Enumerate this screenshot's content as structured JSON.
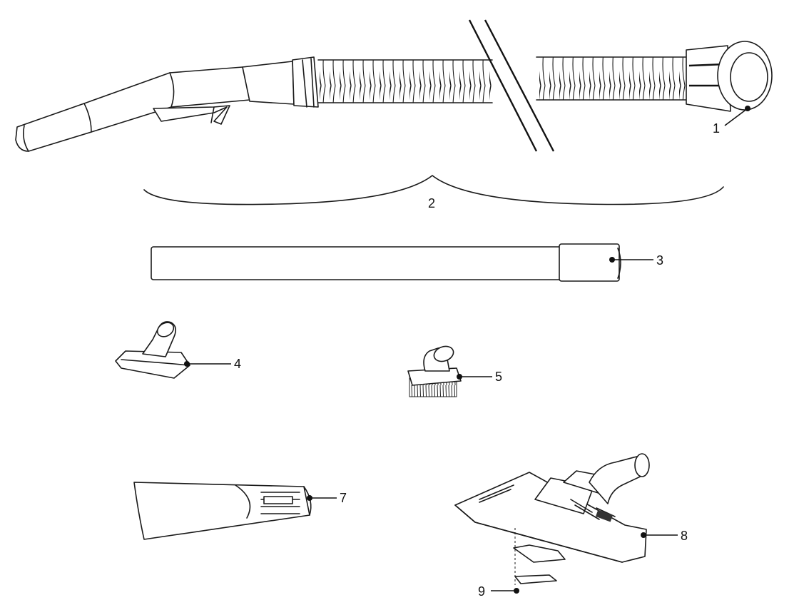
{
  "callouts": {
    "c1": "1",
    "c2": "2",
    "c3": "3",
    "c4": "4",
    "c5": "5",
    "c7": "7",
    "c8": "8",
    "c9": "9"
  }
}
